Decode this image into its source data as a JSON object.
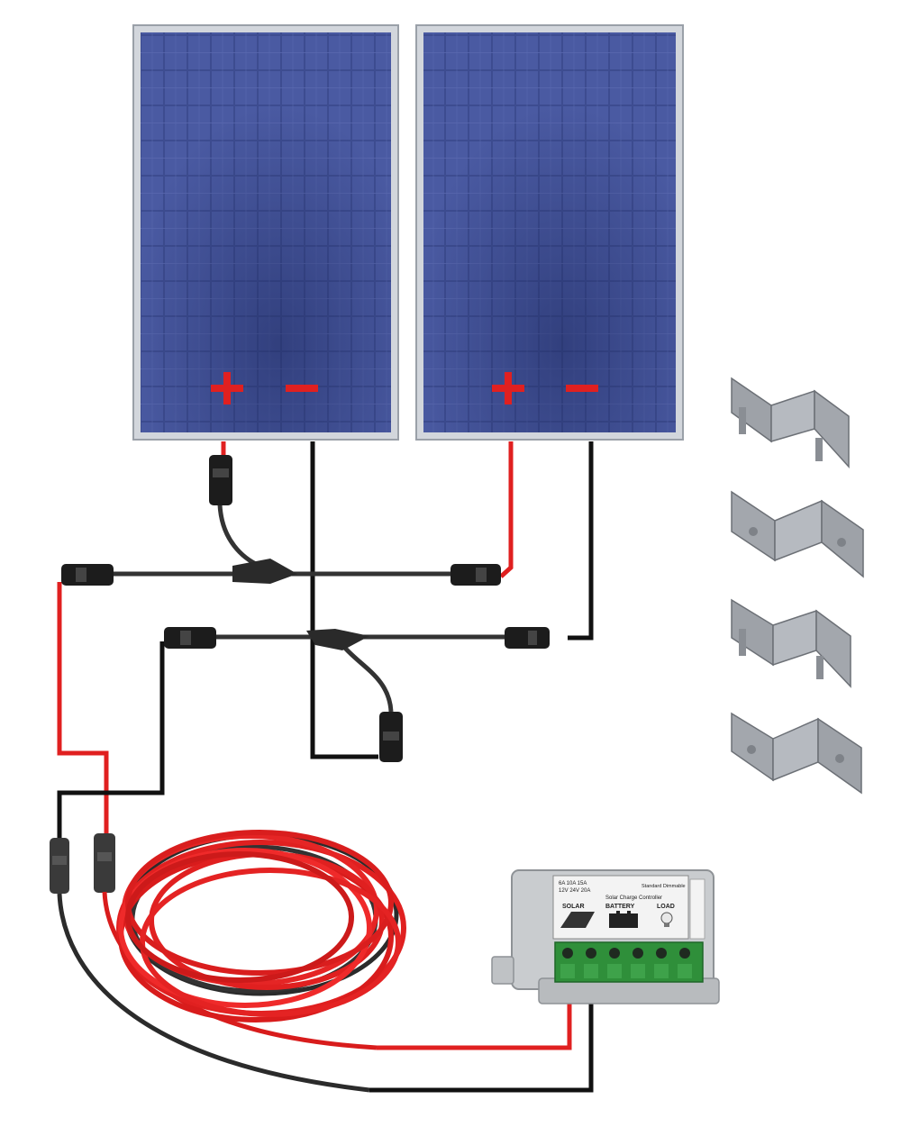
{
  "panels": [
    {
      "plus_label": "+",
      "minus_label": "−"
    },
    {
      "plus_label": "+",
      "minus_label": "−"
    }
  ],
  "controller": {
    "options_row1": "6A 10A 15A",
    "options_row2": "12V 24V 20A",
    "options_right": "Standard Dimmable",
    "title": "Solar Charge Controller",
    "label_solar": "SOLAR",
    "label_battery": "BATTERY",
    "label_load": "LOAD"
  },
  "mounting_brackets": {
    "count": 4
  },
  "colors": {
    "positive_wire": "#e02020",
    "negative_wire": "#111111",
    "panel_cell": "#3b4a8e",
    "panel_frame": "#c8ccd2",
    "terminal_green": "#2f8f3a",
    "bracket_gray": "#a9adb3"
  }
}
